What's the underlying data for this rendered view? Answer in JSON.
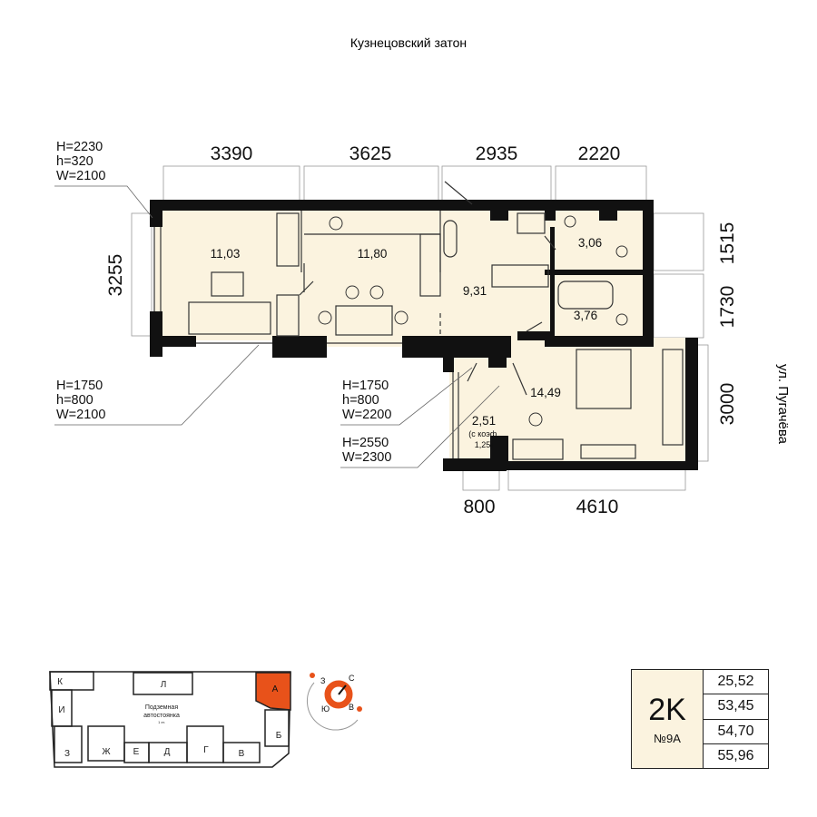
{
  "header": {
    "title": "Кузнецовский затон"
  },
  "street": "ул. Пугачёва",
  "dimensions": {
    "top": [
      "3390",
      "3625",
      "2935",
      "2220"
    ],
    "left": "3255",
    "right": [
      "1515",
      "1730",
      "3000"
    ],
    "bottom": [
      "800",
      "4610"
    ]
  },
  "annotations": {
    "window_top_left": [
      "H=2230",
      "h=320",
      "W=2100"
    ],
    "window_bottom_left": [
      "H=1750",
      "h=800",
      "W=2100"
    ],
    "window_kitchen": [
      "H=1750",
      "h=800",
      "W=2200"
    ],
    "balcony_door": [
      "H=2550",
      "W=2300"
    ]
  },
  "rooms": {
    "living": "11,03",
    "kitchen": "11,80",
    "hall": "9,31",
    "bathroom1": "3,06",
    "bathroom2": "3,76",
    "bedroom": "14,49",
    "balcony": "2,51",
    "balcony_note1": "(с коэф.",
    "balcony_note2": "1,25)"
  },
  "site_plan": {
    "sections": [
      "К",
      "Л",
      "А",
      "И",
      "З",
      "Ж",
      "Е",
      "Д",
      "Г",
      "В",
      "Б"
    ],
    "parking": [
      "Подземная",
      "автостоянка",
      "1 эт."
    ],
    "compass": [
      "С",
      "З",
      "Ю",
      "В"
    ],
    "highlight_color": "#e8521a"
  },
  "info": {
    "type": "2K",
    "number": "№9А",
    "areas": [
      "25,52",
      "53,45",
      "54,70",
      "55,96"
    ]
  },
  "colors": {
    "floor": "#fbf3df",
    "wall": "#111111",
    "accent": "#e8521a"
  }
}
